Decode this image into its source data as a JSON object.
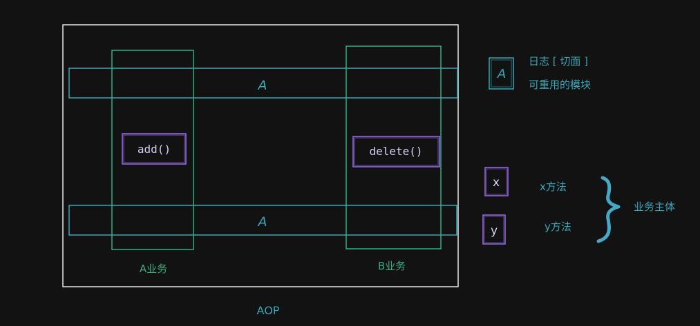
{
  "diagram": {
    "outer_label": "AOP",
    "band_top_label": "A",
    "band_bottom_label": "A",
    "col_left_label": "A业务",
    "col_right_label": "B业务",
    "func_left": "add()",
    "func_right": "delete()"
  },
  "legend": {
    "a_box": "A",
    "a_line1": "日志 [ 切面 ]",
    "a_line2": "可重用的模块",
    "x_box": "x",
    "x_label": "x方法",
    "y_box": "y",
    "y_label": "y方法",
    "group_label": "业务主体"
  },
  "colors": {
    "background": "#121212",
    "white_stroke": "#e6e6e6",
    "cyan": "#37a6b8",
    "green": "#33b07f",
    "purple": "#9b6cf0",
    "brace": "#45a9c3"
  }
}
